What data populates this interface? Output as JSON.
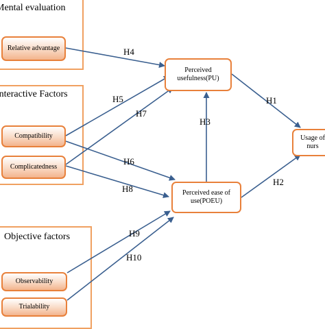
{
  "groups": {
    "mental": {
      "title": "Mental evaluation"
    },
    "interactive": {
      "title": "Interactive Factors"
    },
    "objective": {
      "title": "Objective factors"
    }
  },
  "nodes": {
    "relative_advantage": "Relative advantage",
    "compatibility": "Compatibility",
    "complicatedness": "Complicatedness",
    "observability": "Observability",
    "trialability": "Trialability",
    "pu": "Perceived usefulness(PU)",
    "peou": "Perceived ease of use(POEU)",
    "usage": "Usage of nurs"
  },
  "hypotheses": {
    "h1": "H1",
    "h2": "H2",
    "h3": "H3",
    "h4": "H4",
    "h5": "H5",
    "h6": "H6",
    "h7": "H7",
    "h8": "H8",
    "h9": "H9",
    "h10": "H10"
  },
  "colors": {
    "box_border": "#f0a060",
    "node_border": "#e8803a",
    "arrow": "#3a5f8f"
  }
}
